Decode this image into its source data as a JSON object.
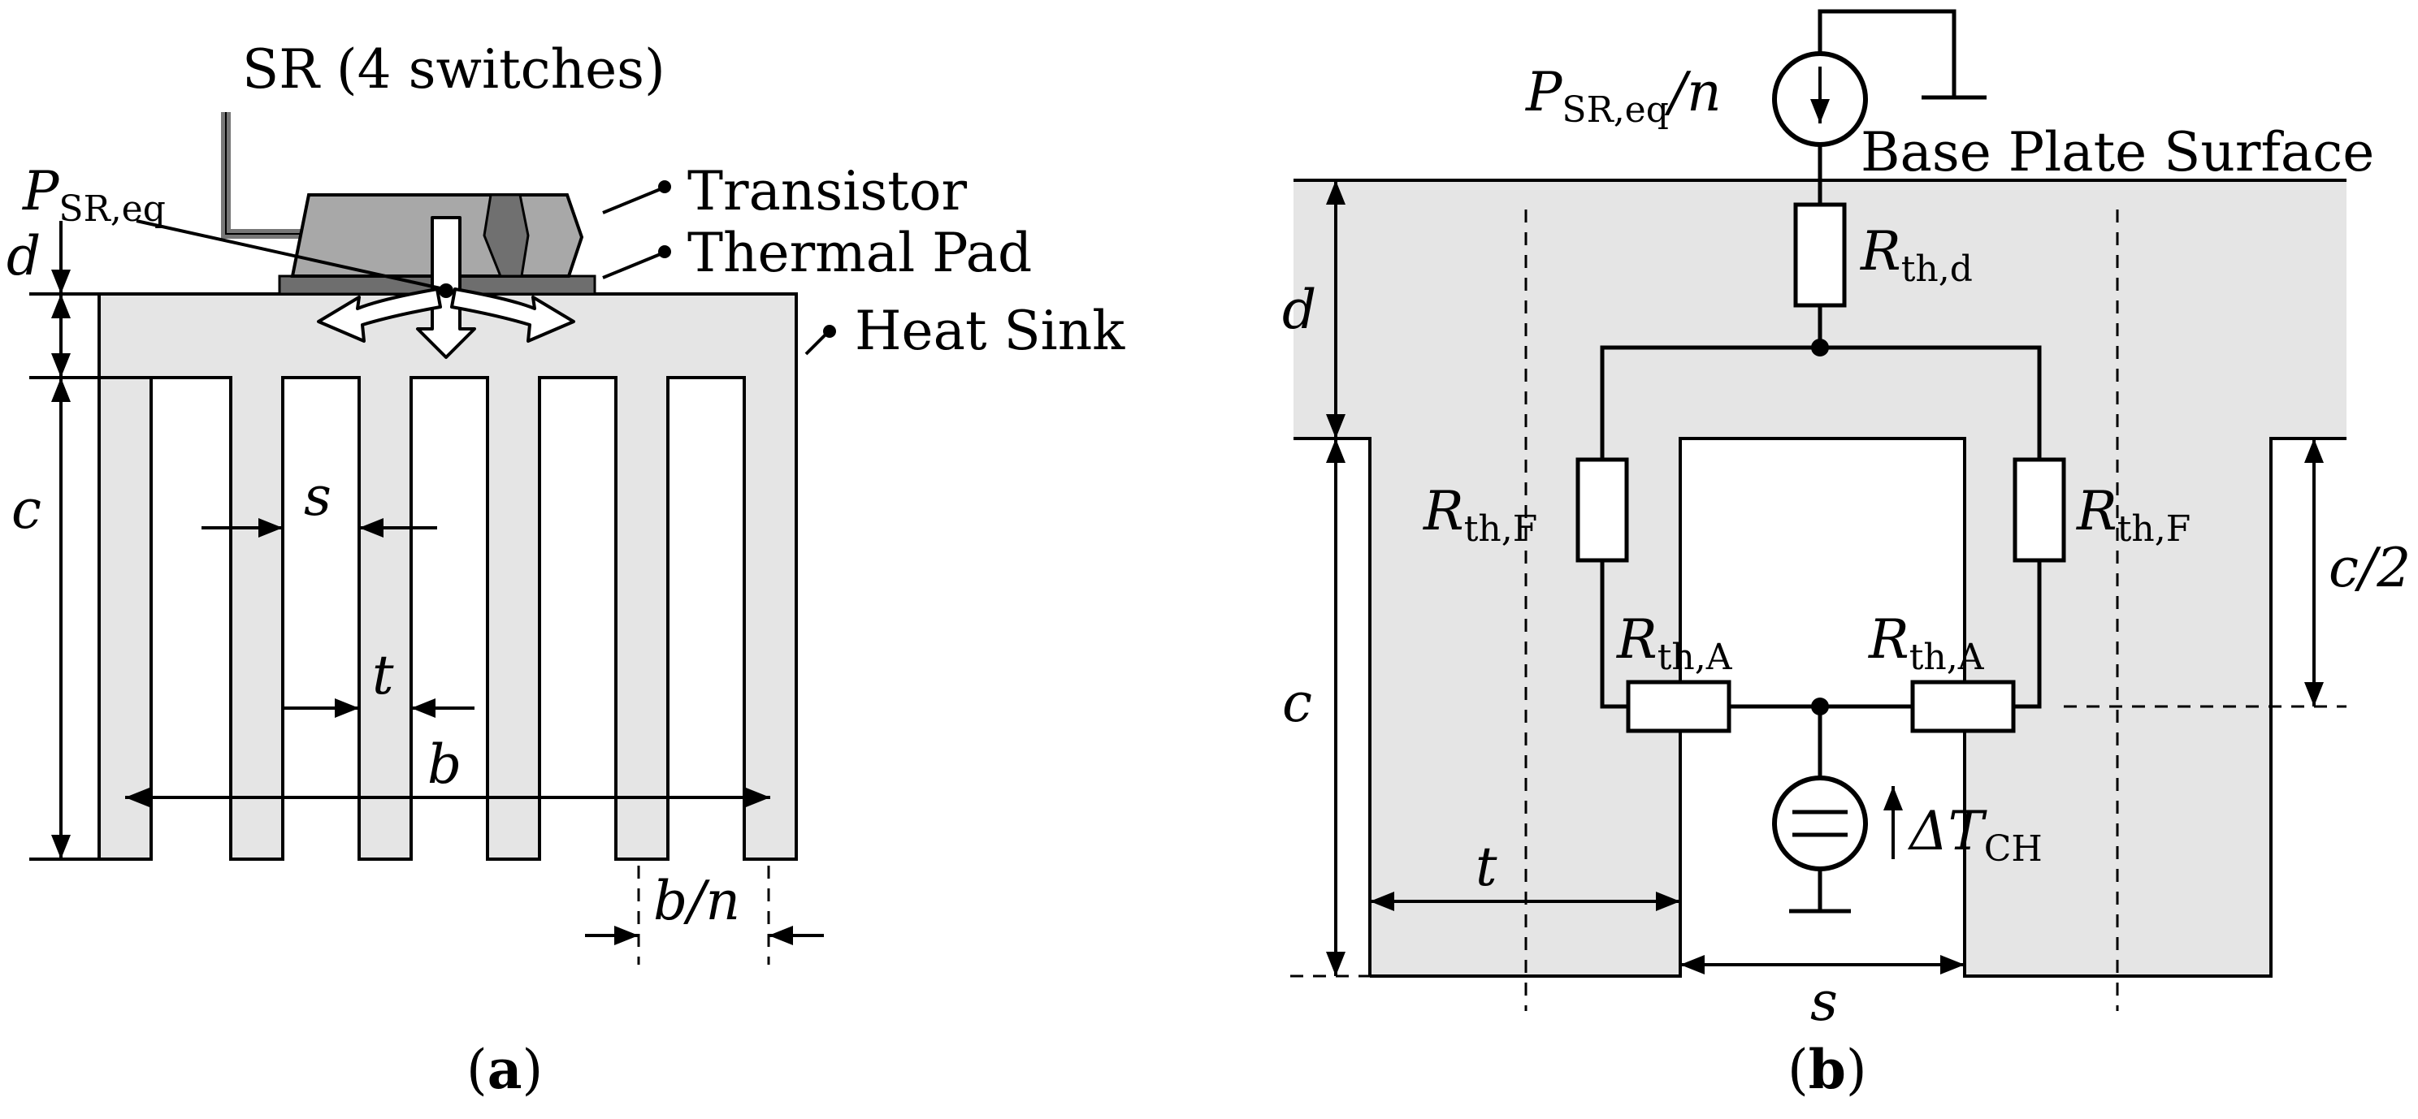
{
  "panel_a": {
    "caption_letter": "a",
    "sr_label": "SR (4 switches)",
    "p_main": "P",
    "p_sub": "SR,eq",
    "transistor": "Transistor",
    "thermal_pad": "Thermal Pad",
    "heat_sink": "Heat Sink",
    "dim_d": "d",
    "dim_c": "c",
    "dim_s": "s",
    "dim_t": "t",
    "dim_b": "b",
    "dim_bn": "b/n"
  },
  "panel_b": {
    "caption_letter": "b",
    "source_main": "P",
    "source_sub": "SR,eq",
    "source_tail": "/n",
    "base_plate": "Base Plate Surface",
    "r_main": "R",
    "rd_sub": "th,d",
    "rf_sub": "th,F",
    "ra_sub": "th,A",
    "dT_main": "ΔT",
    "dT_sub": "CH",
    "dim_d": "d",
    "dim_c": "c",
    "dim_c2": "c/2",
    "dim_t": "t",
    "dim_s": "s"
  }
}
